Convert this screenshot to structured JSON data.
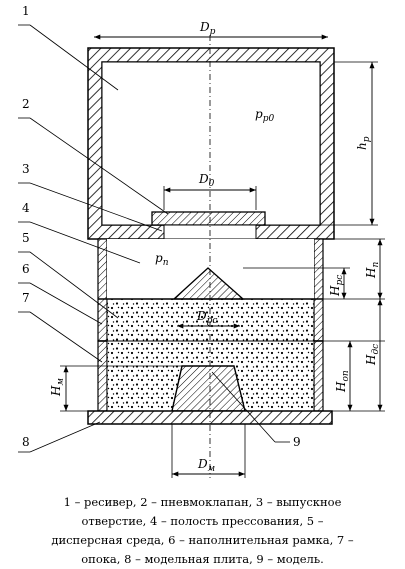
{
  "labels": {
    "n1": "1",
    "n2": "2",
    "n3": "3",
    "n4": "4",
    "n5": "5",
    "n6": "6",
    "n7": "7",
    "n8": "8",
    "n9": "9"
  },
  "dims": {
    "D_p": {
      "main": "D",
      "sub": "р"
    },
    "D_0": {
      "main": "D",
      "sub": "0"
    },
    "D_pc": {
      "main": "D",
      "sub": "рс"
    },
    "D_m": {
      "main": "D",
      "sub": "м"
    },
    "h_p": {
      "main": "h",
      "sub": "р"
    },
    "H_n": {
      "main": "Н",
      "sub": "п"
    },
    "H_pc": {
      "main": "Н",
      "sub": "рс"
    },
    "H_dc": {
      "main": "Н",
      "sub": "дс"
    },
    "H_op": {
      "main": "Н",
      "sub": "оп"
    },
    "H_m": {
      "main": "Н",
      "sub": "м"
    },
    "p_p0": {
      "main": "p",
      "sub": "р0"
    },
    "p_n": {
      "main": "p",
      "sub": "п"
    }
  },
  "caption": {
    "line1": "1 – ресивер, 2 – пневмоклапан, 3 – выпускное",
    "line2": "отверстие, 4 – полость прессования, 5 –",
    "line3": "дисперсная среда, 6 – наполнительная рамка,  7 –",
    "line4": "опока,  8 – модельная плита,  9 – модель."
  }
}
